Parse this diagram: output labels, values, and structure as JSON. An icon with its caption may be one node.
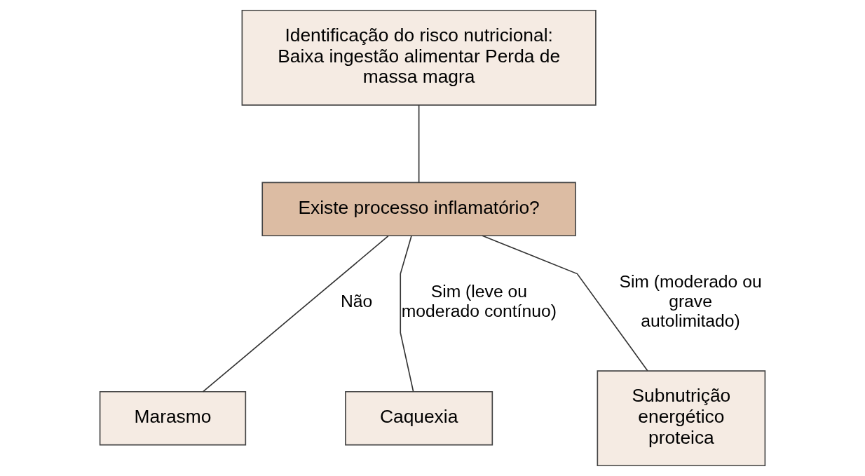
{
  "diagram": {
    "nodes": [
      {
        "text": [
          "Identificação do risco nutricional: Baixa ingestão alimentar Perda de massa magra"
        ]
      },
      {
        "text": [
          "Existe processo inflamatório?"
        ]
      },
      {
        "text": [
          "Marasmo"
        ]
      },
      {
        "text": [
          "Caquexia"
        ]
      },
      {
        "text": [
          "Subnutrição energético proteica"
        ]
      }
    ],
    "edges": [
      {
        "from": 0,
        "to": 1,
        "arrow": "none"
      },
      {
        "from": 1,
        "to": 2,
        "arrow": "none",
        "label": "Não"
      },
      {
        "from": 1,
        "to": 3,
        "arrow": "none",
        "label": "Sim (leve ou moderado contínuo)"
      },
      {
        "from": 1,
        "to": 4,
        "arrow": "none",
        "label": "Sim (moderado ou grave autolimitado)"
      }
    ]
  }
}
